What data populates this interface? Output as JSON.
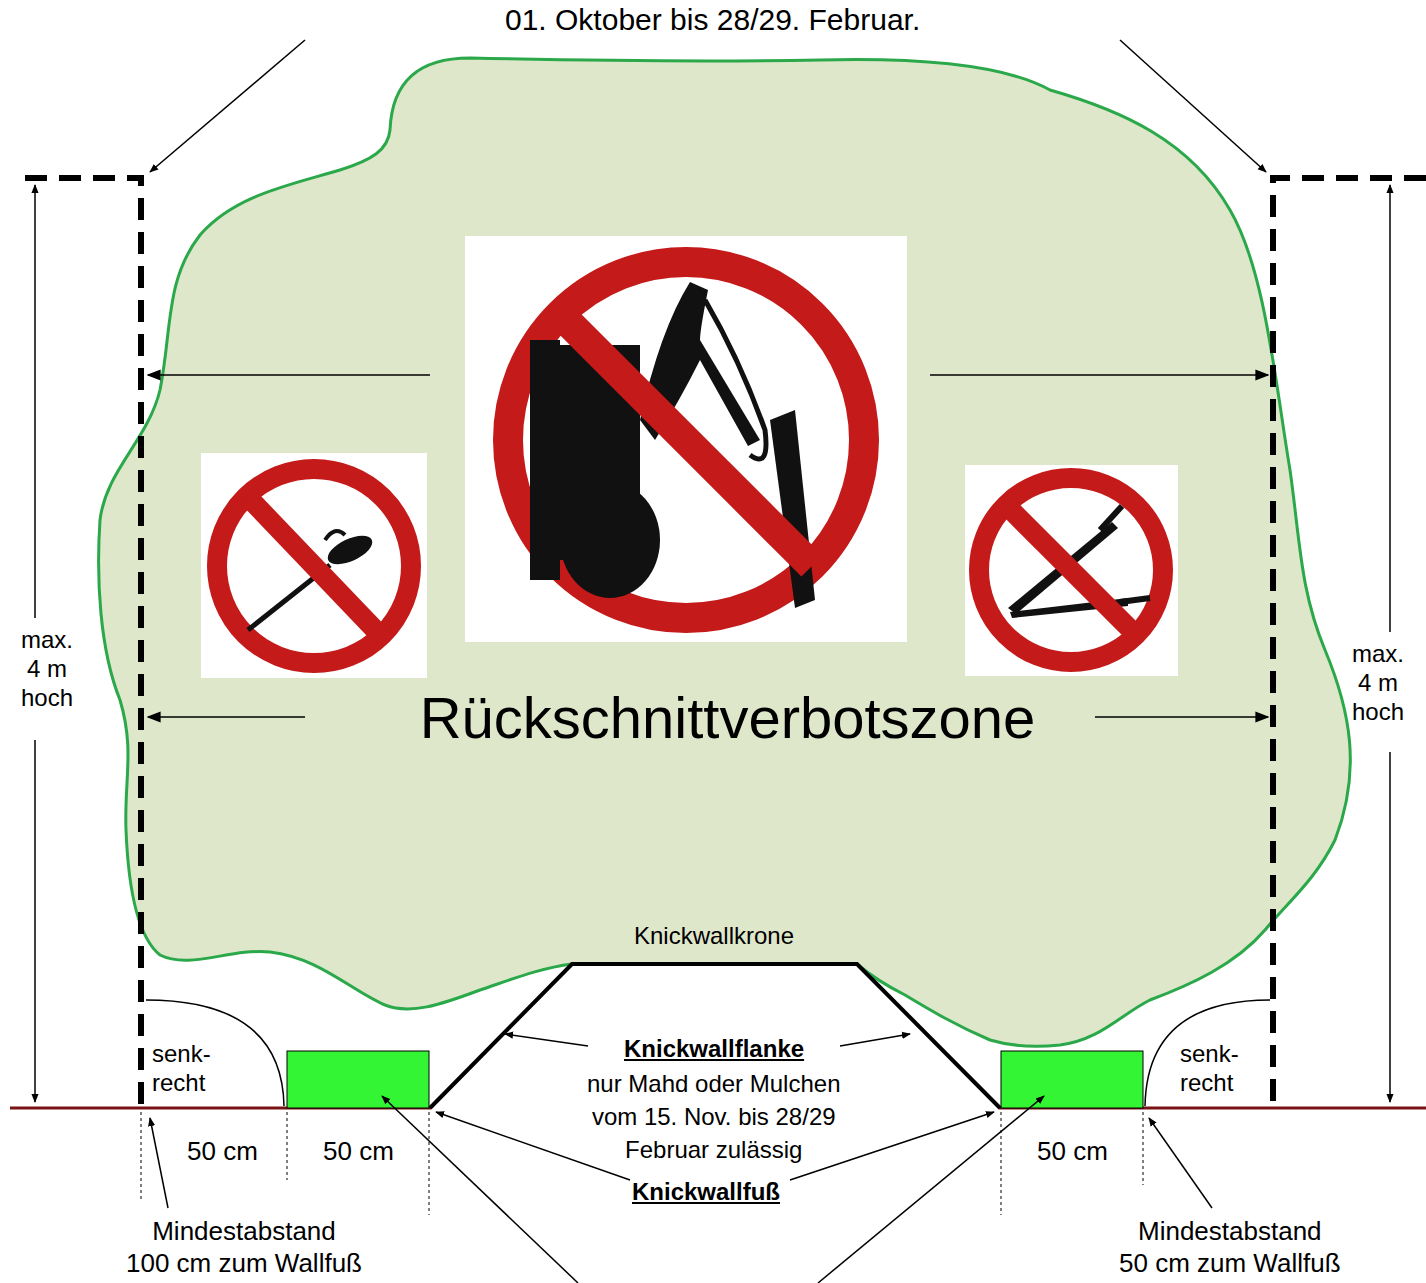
{
  "diagram": {
    "nodes": [
      {
        "text": [
          "Rückschnittverbotszone"
        ]
      }
    ],
    "labels": [
      "01. Oktober bis 28/29. Februar.",
      "max. 4 m hoch",
      "max. 4 m hoch",
      "Knickwallkrone",
      "senk- recht",
      "senk- recht",
      "Knickwallflanke",
      "nur Mahd oder Mulchen vom 15. Nov. bis 28/29 Februar zulässig",
      "50 cm",
      "50 cm",
      "Knickwallfuß",
      "50 cm",
      "Mindestabstand 100 cm zum Wallfuß",
      "Mindestabstand 50 cm zum Wallfuß"
    ]
  }
}
